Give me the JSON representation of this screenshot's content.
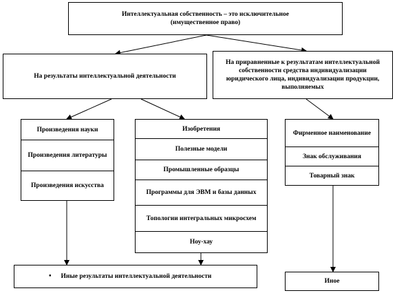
{
  "root": {
    "line1": "Интеллектуальная собственность – это исключительное",
    "line2": "(имущественное право)"
  },
  "left_branch": "На результаты интеллектуальной деятельности",
  "right_branch": "На приравненные к результатам интеллектуальной собственности средства индивидуализации юридического лица, индивидуализации продукции, выполняемых",
  "science_column": {
    "items": [
      "Произведения науки",
      "Произведения литературы",
      "Произведения искусства"
    ]
  },
  "inventions_column": {
    "items": [
      "Изобретения",
      "Полезные модели",
      "Промышленные образцы",
      "Программы для ЭВМ и базы данных",
      "Топологии интегральных микросхем",
      "Ноу-хау"
    ]
  },
  "means_column": {
    "items": [
      "Фирменное наименование",
      "Знак обслуживания",
      "Товарный знак"
    ]
  },
  "other_results": "Иные результаты интеллектуальной деятельности",
  "other": "Иное"
}
